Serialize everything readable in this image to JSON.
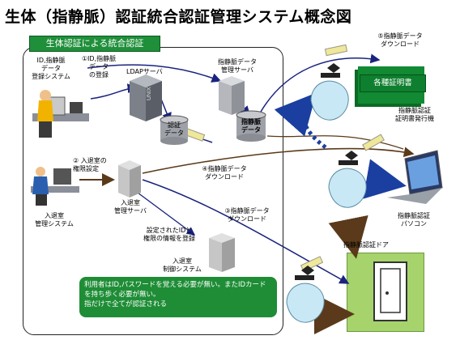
{
  "title": "生体（指静脈）認証統合認証管理システム概念図",
  "scope_label": "生体認証による統合認証",
  "labels": {
    "reg_system": "ID,指静脈\nデータ\n登録システム",
    "step1": "①ID,指静脈\nデータ\nの登録",
    "ldap": "LDAPサーバ",
    "vein_mgmt": "指静脈データ\n管理サーバ",
    "auth_db": "認証\nデータ",
    "vein_db": "指静脈\nデータ",
    "step2": "② 入退室の\n権限設定",
    "entry_system": "入退室\n管理システム",
    "entry_server": "入退室\n管理サーバ",
    "step4": "④指静脈データ\nダウンロード",
    "step3": "③指静脈データ\nダウンロード",
    "registered_info": "設定されたIDと\n権限の情報を登録",
    "control_system": "入退室\n制御システム",
    "step5": "⑤指静脈データ\nダウンロード",
    "certs": "各種証明書",
    "cert_machine": "指静脈認証\n証明書発行機",
    "pc": "指静脈認証\nパソコン",
    "door": "指静脈認証ドア",
    "unix": "UNIX"
  },
  "note": "利用者はID,パスワードを覚える必要が無い。またIDカードを持ち歩く必要が無い。\n指だけで全てが認証される",
  "colors": {
    "accent_green": "#1f8f3a",
    "arrow_blue": "#1a237e",
    "arrow_brown": "#5a3a1a",
    "dotted_blue": "#1a3fa0"
  }
}
